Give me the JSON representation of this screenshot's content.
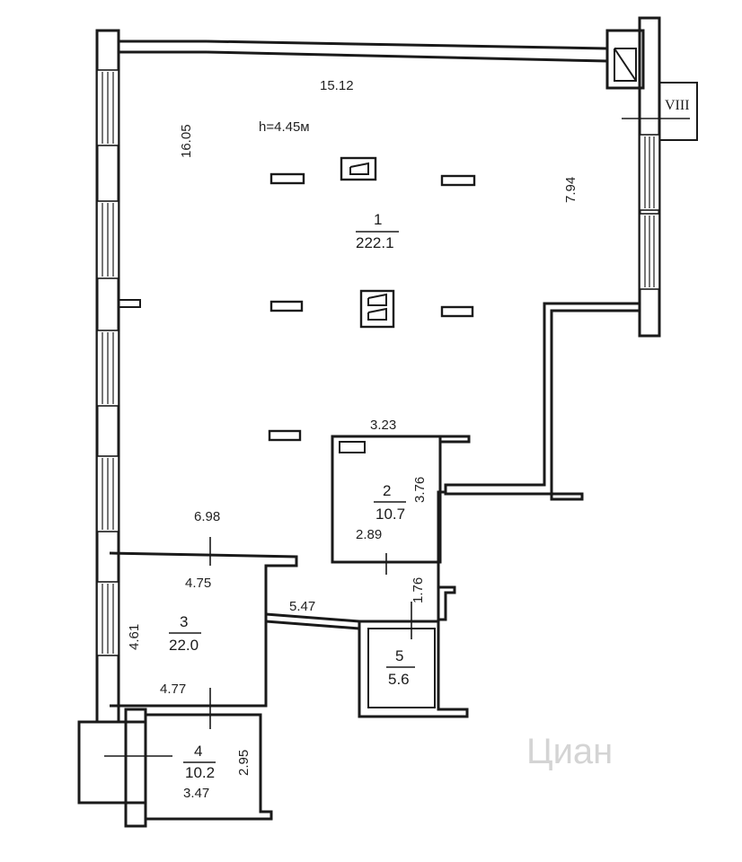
{
  "plan": {
    "height_note": "h=4.45м",
    "stair_label": "VIII",
    "watermark": "Циан",
    "rooms": [
      {
        "number": "1",
        "area": "222.1"
      },
      {
        "number": "2",
        "area": "10.7"
      },
      {
        "number": "3",
        "area": "22.0"
      },
      {
        "number": "4",
        "area": "10.2"
      },
      {
        "number": "5",
        "area": "5.6"
      }
    ],
    "dimensions": {
      "top_width": "15.12",
      "left_height": "16.05",
      "right_height": "7.94",
      "room2_top": "3.23",
      "room2_side": "3.76",
      "room2_bottom": "2.89",
      "corridor_gap": "1.76",
      "room3_top_outer": "6.98",
      "room3_top": "4.75",
      "room3_side": "4.61",
      "room3_bottom": "4.77",
      "corridor_length": "5.47",
      "room4_side": "2.95",
      "room4_bottom": "3.47"
    }
  }
}
